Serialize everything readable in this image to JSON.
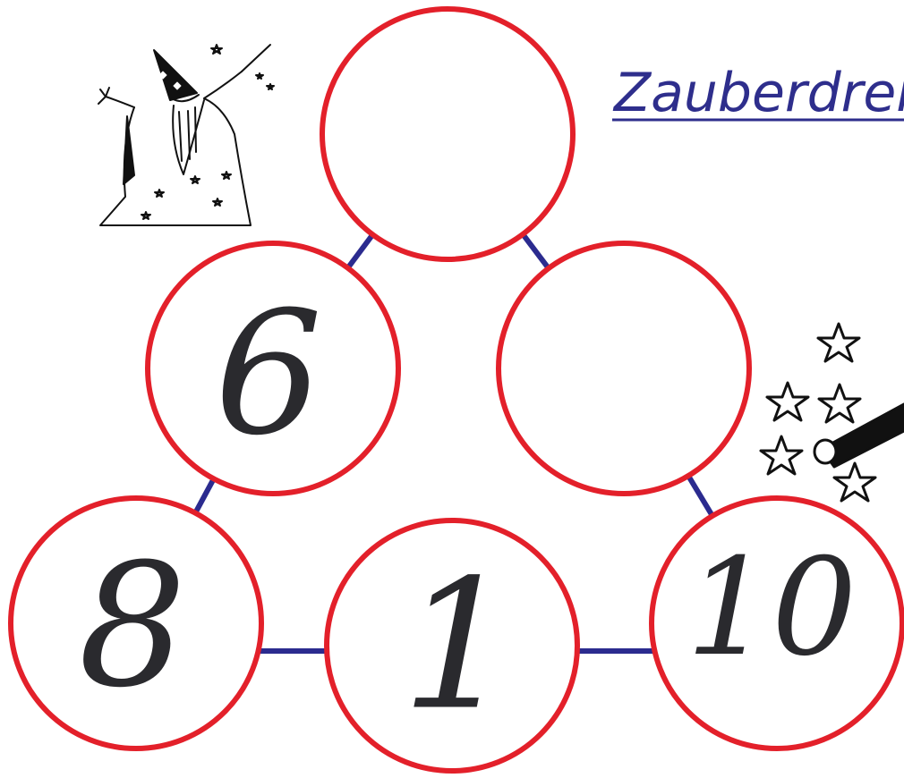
{
  "title": "Zauberdreie",
  "colors": {
    "circle_stroke": "#e3202a",
    "connector": "#2b2b8f",
    "title": "#2e2e8c",
    "number": "#2a2a2e"
  },
  "circles": [
    {
      "position": "top",
      "value": ""
    },
    {
      "position": "middle-left",
      "value": "6"
    },
    {
      "position": "middle-right",
      "value": ""
    },
    {
      "position": "bottom-left",
      "value": "8"
    },
    {
      "position": "bottom-middle",
      "value": "1"
    },
    {
      "position": "bottom-right",
      "value": "10"
    }
  ],
  "illustrations": [
    {
      "name": "wizard-icon",
      "description": "wizard"
    },
    {
      "name": "magic-wand-icon",
      "description": "magic wand with stars"
    }
  ]
}
